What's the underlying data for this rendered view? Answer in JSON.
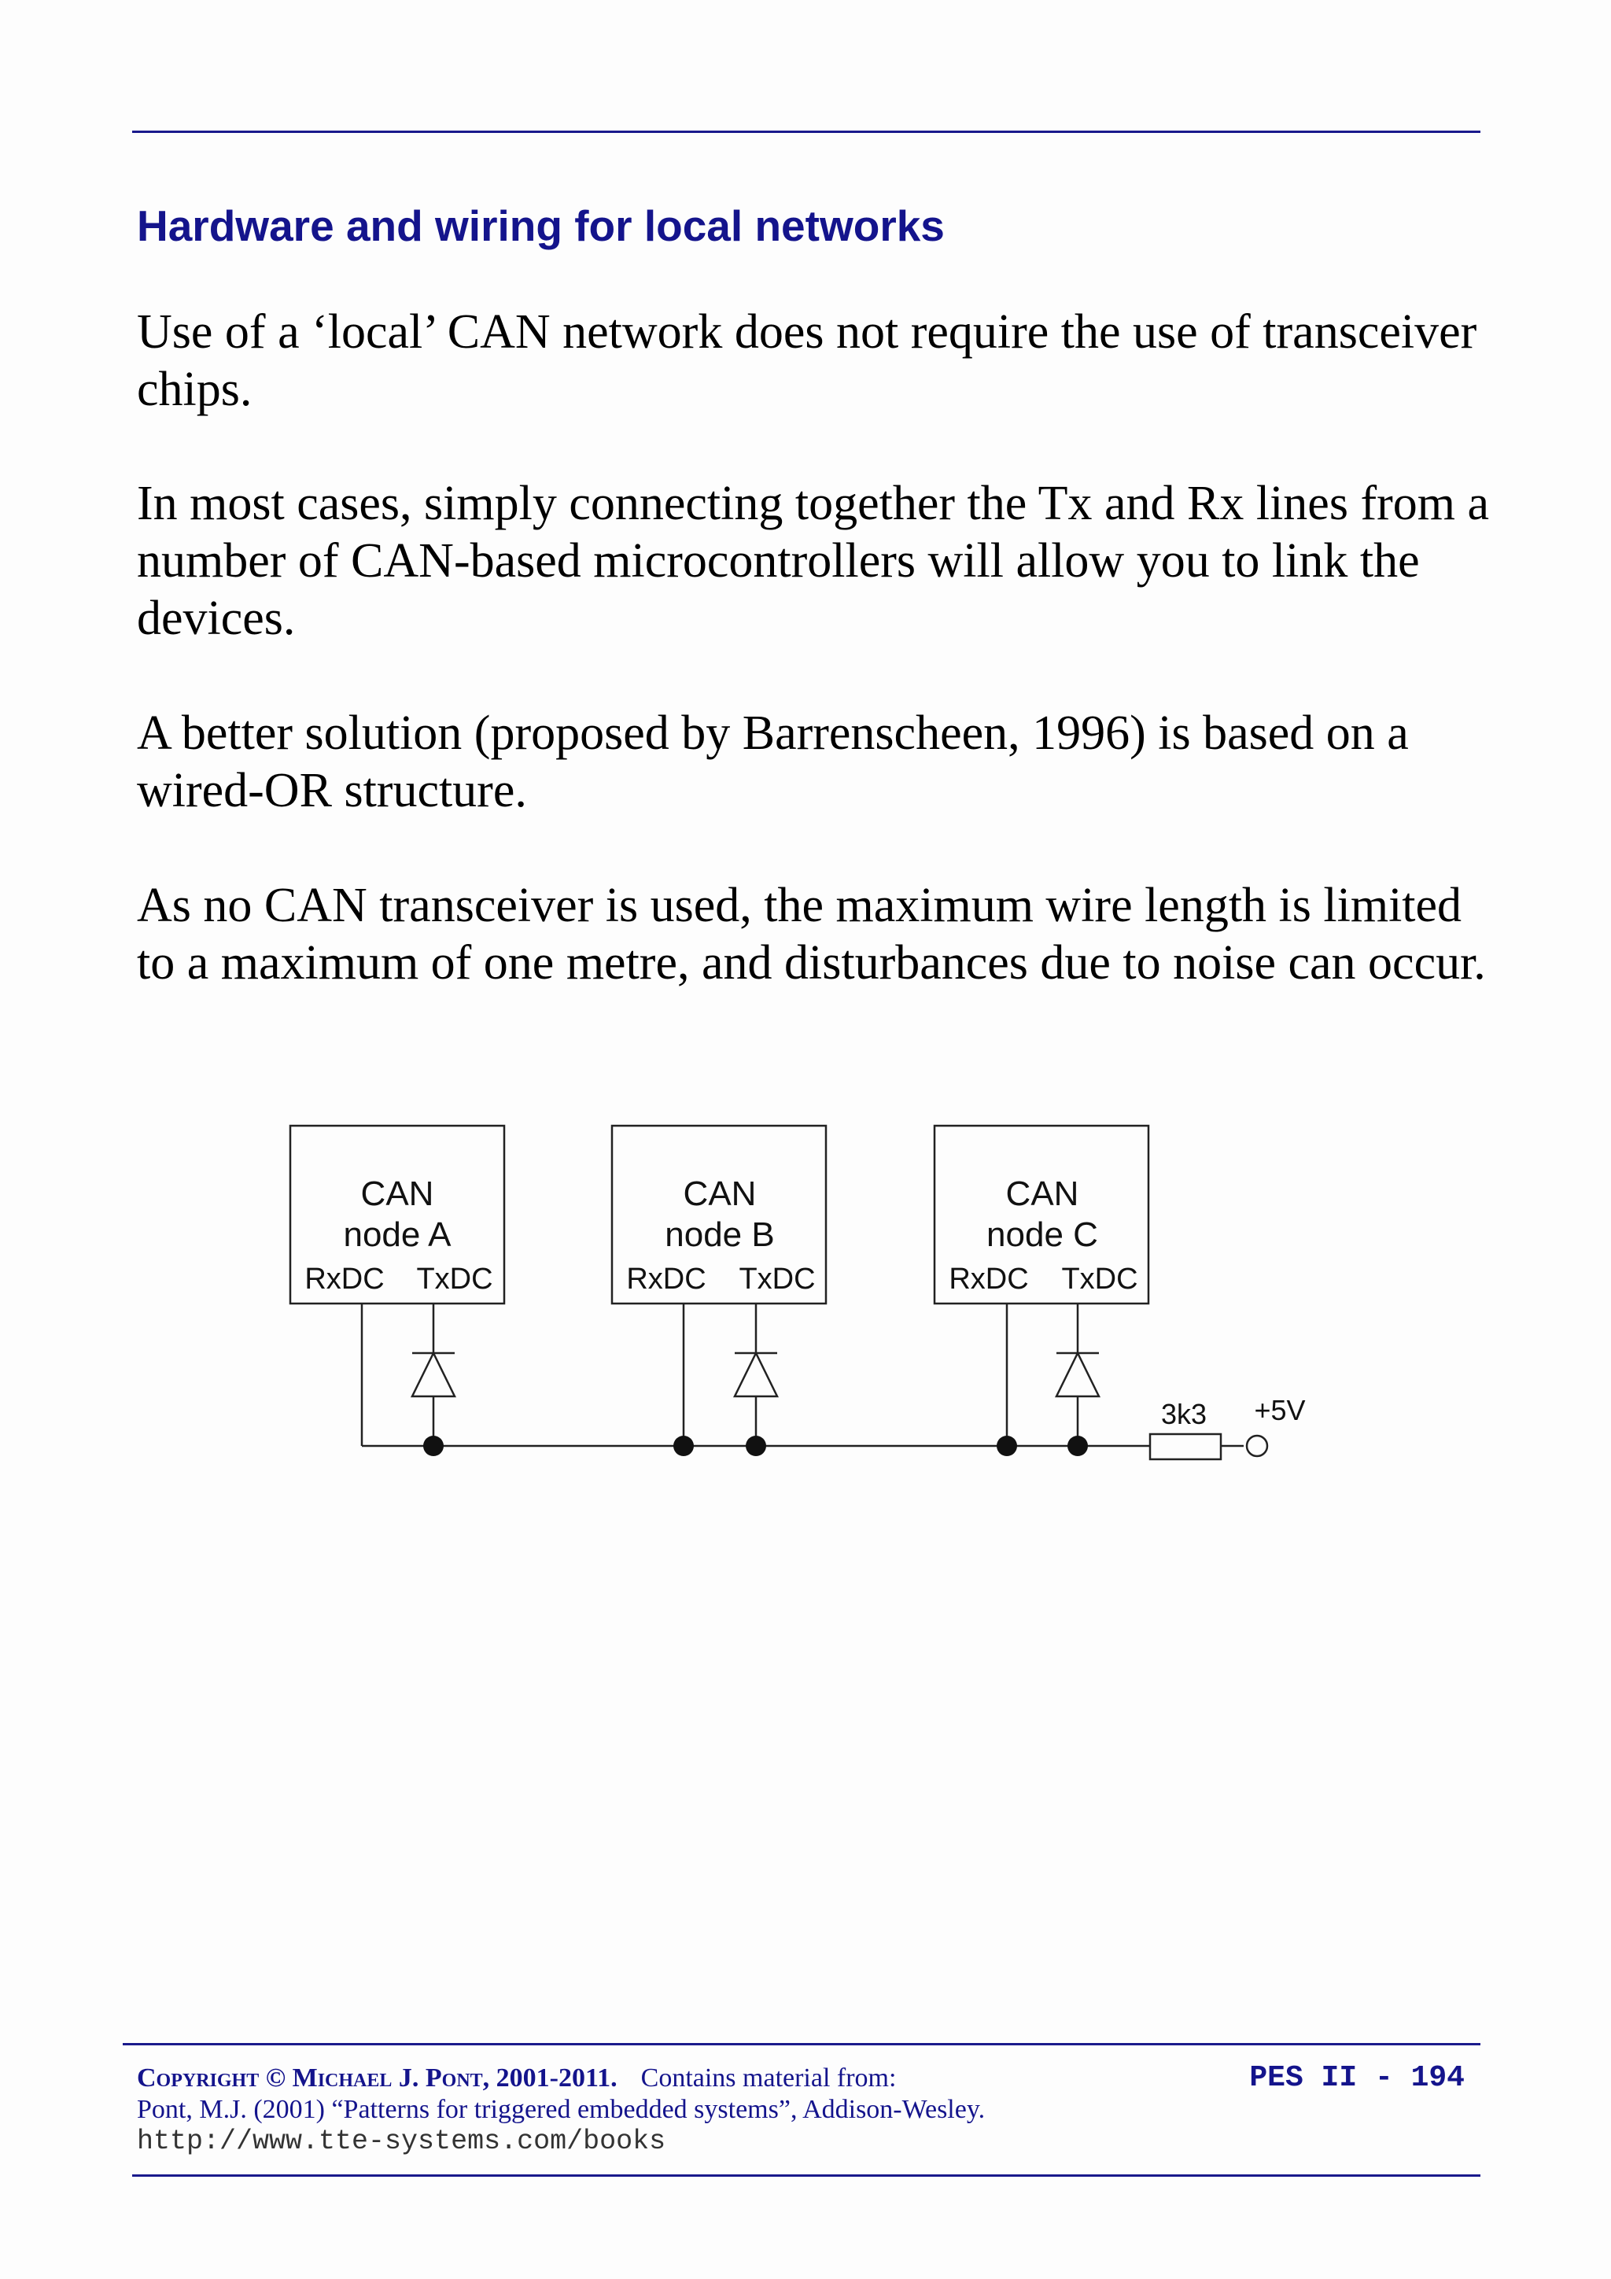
{
  "heading": "Hardware and wiring for local networks",
  "paragraphs": [
    "Use of a ‘local’ CAN network does not require the use of transceiver chips.",
    "In most cases, simply connecting together the Tx and Rx lines from a number of CAN-based microcontrollers will allow you to link the devices.",
    "A better solution (proposed by Barrenscheen, 1996) is based on a wired-OR structure.",
    "As no CAN transceiver is used, the maximum wire length is limited to a maximum of one metre, and disturbances due to noise can occur."
  ],
  "diagram": {
    "nodes": [
      {
        "line1": "CAN",
        "line2": "node A",
        "rx": "RxDC",
        "tx": "TxDC"
      },
      {
        "line1": "CAN",
        "line2": "node B",
        "rx": "RxDC",
        "tx": "TxDC"
      },
      {
        "line1": "CAN",
        "line2": "node C",
        "rx": "RxDC",
        "tx": "TxDC"
      }
    ],
    "resistor_label": "3k3",
    "supply_label": "+5V"
  },
  "footer": {
    "copyright": "Copyright © Michael J. Pont, 2001-2011.",
    "contains": "Contains material from:",
    "citation": "Pont, M.J. (2001) “Patterns for triggered embedded systems”, Addison-Wesley.",
    "url": "http://www.tte-systems.com/books",
    "page_number": "PES II - 194"
  }
}
